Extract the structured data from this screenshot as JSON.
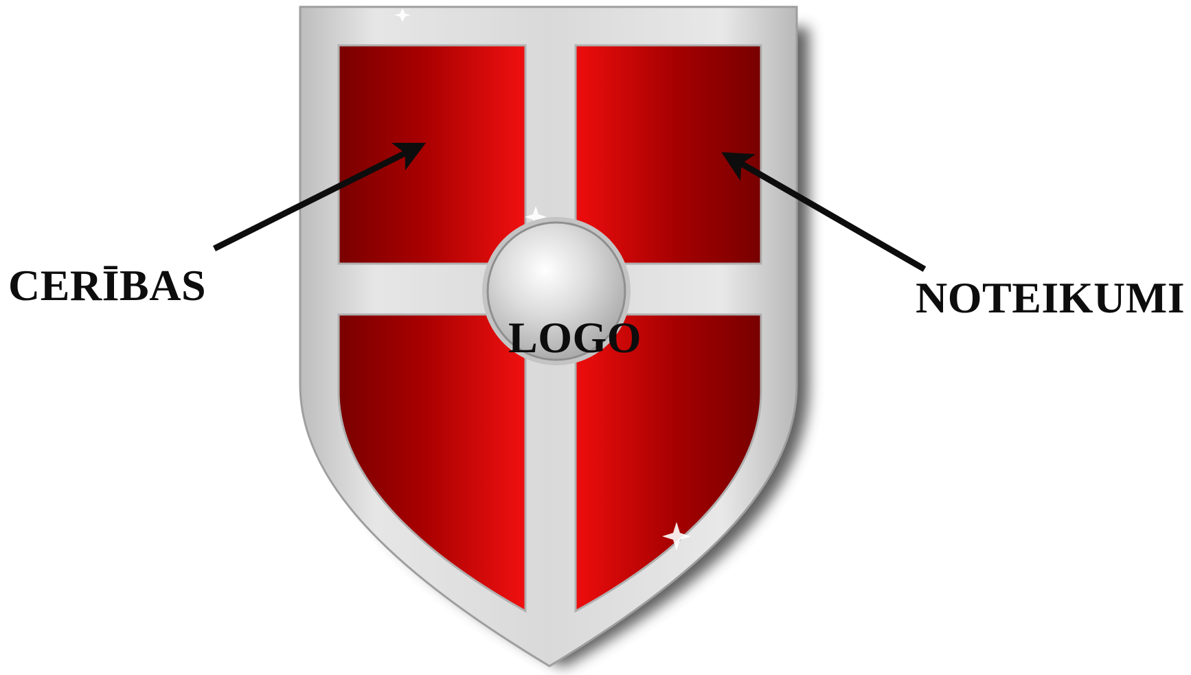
{
  "diagram": {
    "labels": {
      "left": "CERĪBAS",
      "right": "NOTEIKUMI",
      "center": "LOGO"
    },
    "colors": {
      "shield_red": "#e00a0a",
      "shield_dark_red": "#7a0000",
      "frame_silver": "#c9c9c9",
      "arrow": "#0d0d0d",
      "text": "#0d0d0d"
    },
    "arrows": [
      {
        "from": "label-left",
        "to": "shield-upper-left-quarter"
      },
      {
        "from": "label-right",
        "to": "shield-upper-right-quarter"
      }
    ]
  }
}
